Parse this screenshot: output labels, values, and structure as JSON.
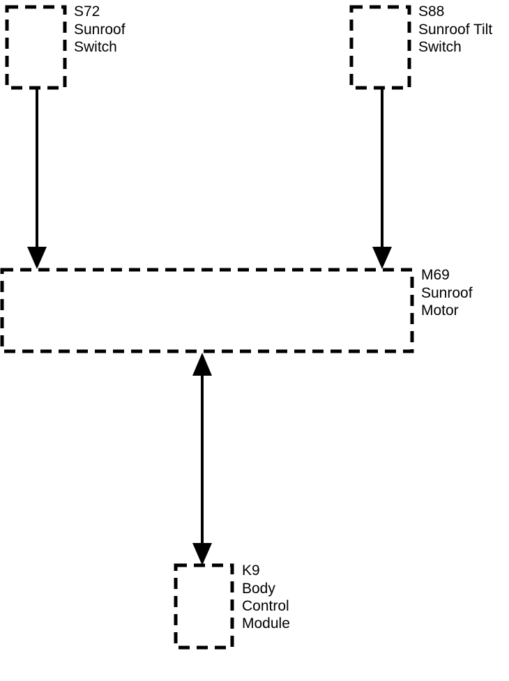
{
  "components": {
    "s72": {
      "id": "S72",
      "line1": "Sunroof",
      "line2": "Switch"
    },
    "s88": {
      "id": "S88",
      "line1": "Sunroof Tilt",
      "line2": "Switch"
    },
    "m69": {
      "id": "M69",
      "line1": "Sunroof",
      "line2": "Motor"
    },
    "k9": {
      "id": "K9",
      "line1": "Body",
      "line2": "Control",
      "line3": "Module"
    }
  },
  "connections": [
    {
      "from": "S72",
      "to": "M69",
      "direction": "one-way"
    },
    {
      "from": "S88",
      "to": "M69",
      "direction": "one-way"
    },
    {
      "from": "M69",
      "to": "K9",
      "direction": "two-way"
    }
  ],
  "colors": {
    "stroke": "#000000",
    "background": "#ffffff"
  }
}
